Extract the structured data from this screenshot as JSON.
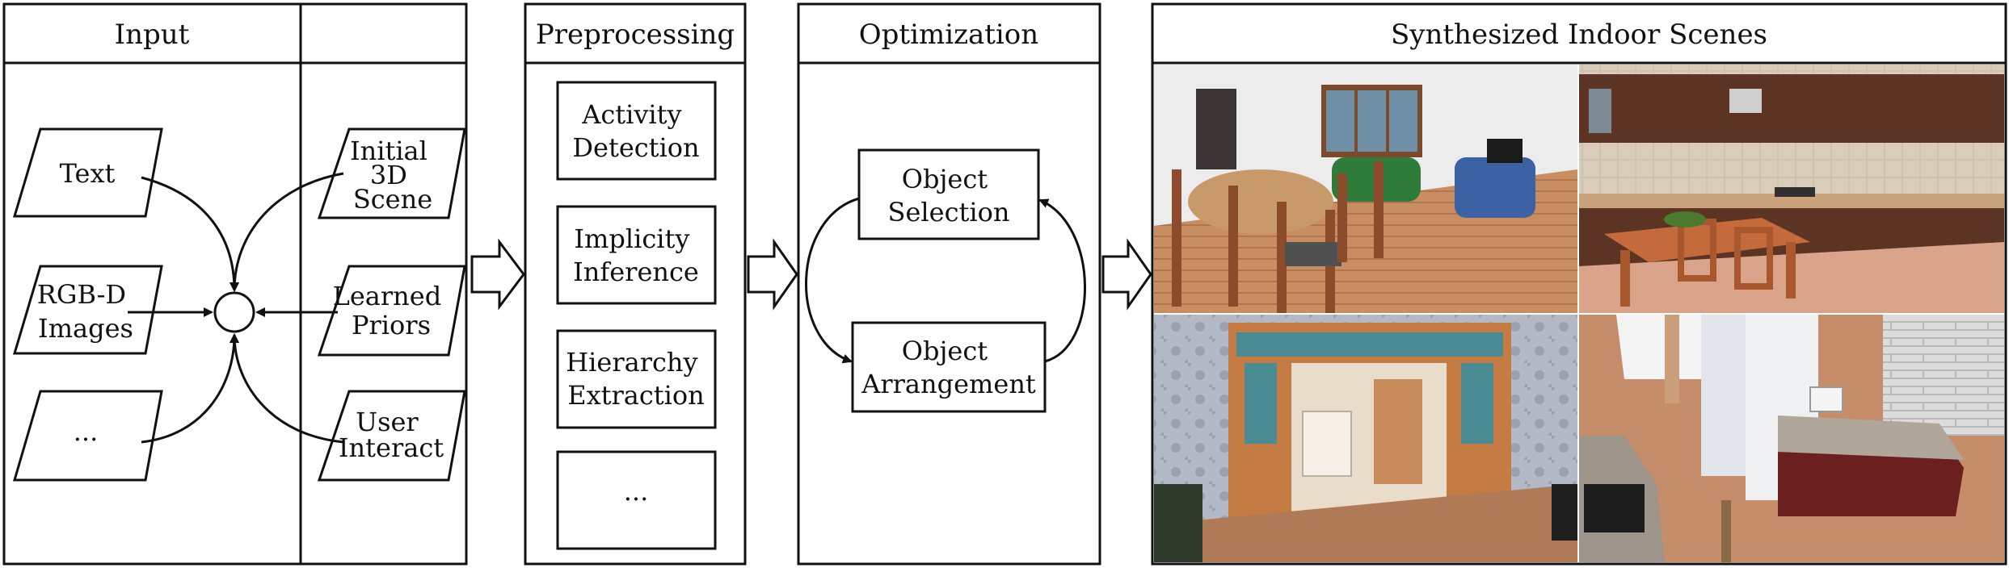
{
  "panels": {
    "input": "Input",
    "preprocessing": "Preprocessing",
    "optimization": "Optimization",
    "scenes": "Synthesized Indoor Scenes"
  },
  "input_sources_left": [
    [
      "Text"
    ],
    [
      "RGB-D",
      "Images"
    ],
    [
      "..."
    ]
  ],
  "input_sources_right": [
    [
      "Initial",
      "3D",
      "Scene"
    ],
    [
      "Learned",
      "Priors"
    ],
    [
      "User",
      "Interact"
    ]
  ],
  "preprocessing_steps": [
    [
      "Activity",
      "Detection"
    ],
    [
      "Implicity",
      "Inference"
    ],
    [
      "Hierarchy",
      "Extraction"
    ],
    [
      "..."
    ]
  ],
  "optimization_steps": [
    [
      "Object",
      "Selection"
    ],
    [
      "Object",
      "Arrangement"
    ]
  ],
  "scene_images": [
    "living-room-scene",
    "kitchen-scene",
    "archway-scene",
    "kitchen-corner-scene"
  ]
}
